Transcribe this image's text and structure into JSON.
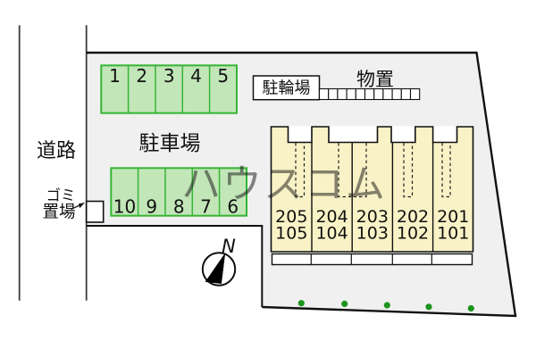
{
  "labels": {
    "road": "道路",
    "parking_lot": "駐車場",
    "bicycle_parking": "駐輪場",
    "storage": "物置",
    "garbage_line1": "ゴミ",
    "garbage_line2": "置場",
    "compass_north": "N",
    "watermark": "ハウスコム"
  },
  "parking_row_top": {
    "spaces": [
      "1",
      "2",
      "3",
      "4",
      "5"
    ]
  },
  "parking_row_bottom": {
    "spaces": [
      "10",
      "9",
      "8",
      "7",
      "6"
    ]
  },
  "building": {
    "units": [
      {
        "upper": "205",
        "lower": "105"
      },
      {
        "upper": "204",
        "lower": "104"
      },
      {
        "upper": "203",
        "lower": "103"
      },
      {
        "upper": "202",
        "lower": "102"
      },
      {
        "upper": "201",
        "lower": "101"
      }
    ]
  },
  "storage_cell_count": "11",
  "tree_dot_count": "5",
  "colors": {
    "site_fill": "#f0f0f0",
    "parking_fill": "#c2e6b8",
    "parking_border": "#35b535",
    "building_fill": "#f9f2c6",
    "dot_green": "#1d941d",
    "outline": "#111111",
    "watermark_gray": "#d8d8d8"
  }
}
